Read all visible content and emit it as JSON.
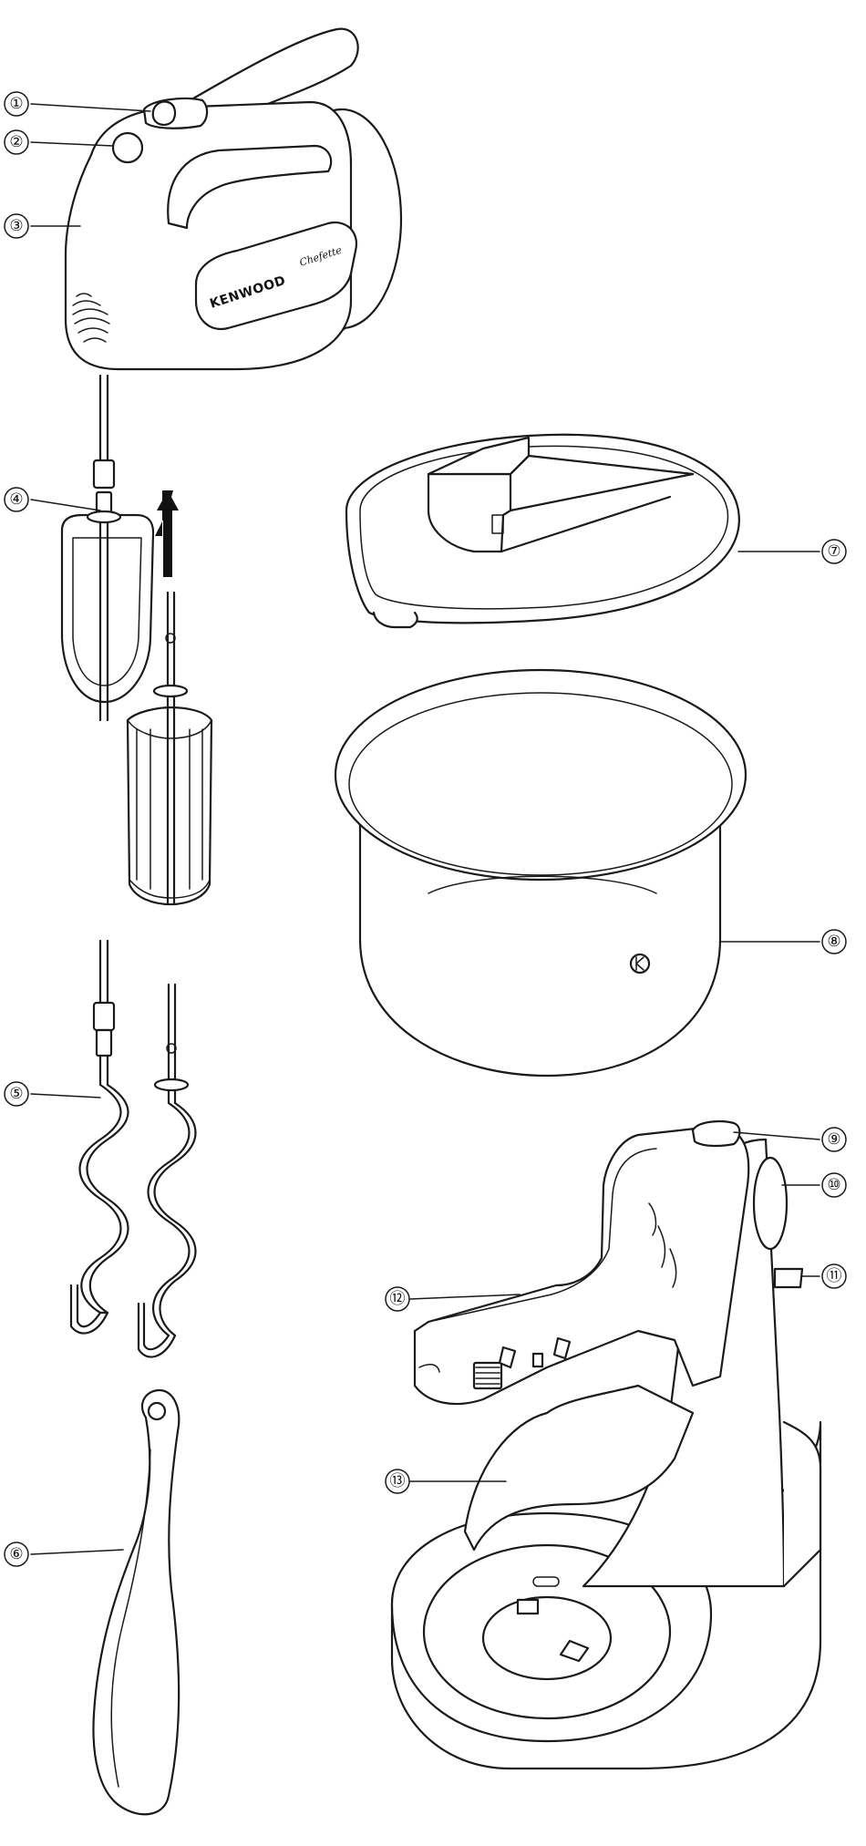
{
  "parts": [
    {
      "id": "1",
      "label": "①"
    },
    {
      "id": "2",
      "label": "②"
    },
    {
      "id": "3",
      "label": "③"
    },
    {
      "id": "4",
      "label": "④"
    },
    {
      "id": "5",
      "label": "⑤"
    },
    {
      "id": "6",
      "label": "⑥"
    },
    {
      "id": "7",
      "label": "⑦"
    },
    {
      "id": "8",
      "label": "⑧"
    },
    {
      "id": "9",
      "label": "⑨"
    },
    {
      "id": "10",
      "label": "⑩"
    },
    {
      "id": "11",
      "label": "⑪"
    },
    {
      "id": "12",
      "label": "⑫"
    },
    {
      "id": "13",
      "label": "⑬"
    }
  ],
  "mixer_text": {
    "brand": "KENWOOD",
    "model": "Chefette"
  },
  "colors": {
    "line": "#1a1a1a",
    "background": "#ffffff",
    "arrow": "#111111"
  }
}
